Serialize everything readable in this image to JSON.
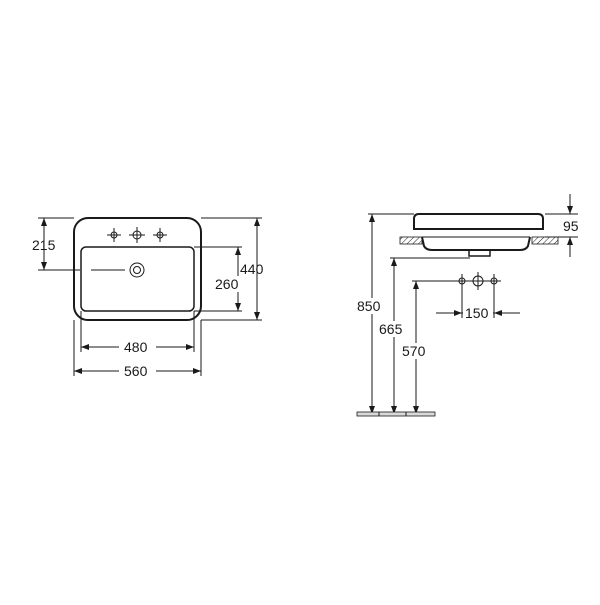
{
  "plan_view": {
    "dimensions": {
      "depth_to_tap": "215",
      "total_depth": "440",
      "bowl_depth": "260",
      "bowl_width": "480",
      "total_width": "560"
    }
  },
  "side_view": {
    "dimensions": {
      "rim_height": "850",
      "drain_height": "665",
      "supply_height": "570",
      "supply_spacing": "150",
      "basin_height": "95"
    }
  },
  "colors": {
    "line": "#1a1a1a",
    "background": "#ffffff",
    "floor": "#d9d9d9"
  },
  "icons": [
    "tap-hole-icon",
    "drain-icon",
    "supply-valve-icon"
  ]
}
